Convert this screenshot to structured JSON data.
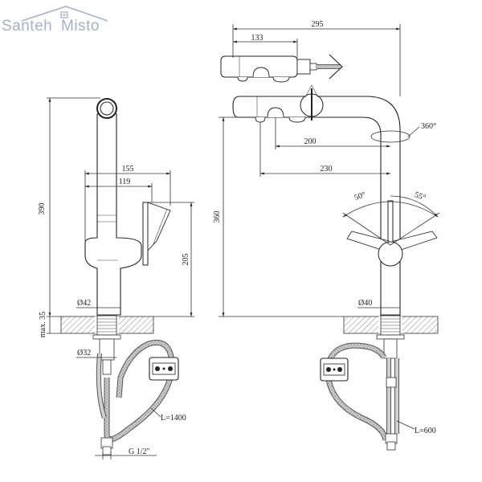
{
  "brand": {
    "name_part1": "Santeh",
    "name_part2": "Misto",
    "color": "#a7b2c8"
  },
  "left_view": {
    "dimensions": {
      "height_total": "390",
      "height_lever": "205",
      "depth_max": "max. 35",
      "reach_outer": "155",
      "reach_inner": "119",
      "body_diameter": "Ø42",
      "thread_diameter": "Ø32",
      "hose_length": "L=1400",
      "connection_thread": "G 1/2\""
    }
  },
  "right_view": {
    "dimensions": {
      "reach_total": "295",
      "pullout_length": "133",
      "spout_reach_200": "200",
      "spout_reach_230": "230",
      "height_total": "360",
      "rotation": "360°",
      "lever_angle_left": "50°",
      "lever_angle_right": "55°",
      "body_diameter": "Ø40",
      "hose_length": "L=600"
    }
  }
}
